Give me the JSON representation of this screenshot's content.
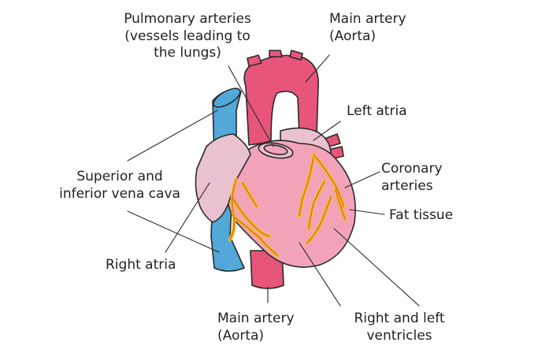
{
  "colors": {
    "vena_cava": "#52a8d8",
    "aorta": "#e8557a",
    "ventricle": "#f3a3b8",
    "atria": "#eac1d0",
    "coronary_fat": "#f0c020",
    "coronary_artery": "#e07030",
    "outline": "#2a2a2a"
  },
  "labels": {
    "pulmonary": {
      "lines": [
        "Pulmonary arteries",
        "(vessels leading to",
        "the lungs)"
      ]
    },
    "main_artery_top": {
      "lines": [
        "Main artery",
        "(Aorta)"
      ]
    },
    "left_atria": {
      "lines": [
        "Left atria"
      ]
    },
    "coronary": {
      "lines": [
        "Coronary",
        "arteries"
      ]
    },
    "fat_tissue": {
      "lines": [
        "Fat tissue"
      ]
    },
    "vena_cava": {
      "lines": [
        "Superior and",
        "inferior vena cava"
      ]
    },
    "right_atria": {
      "lines": [
        "Right atria"
      ]
    },
    "main_artery_bottom": {
      "lines": [
        "Main artery",
        "(Aorta)"
      ]
    },
    "ventricles": {
      "lines": [
        "Right and left",
        "ventricles"
      ]
    }
  }
}
